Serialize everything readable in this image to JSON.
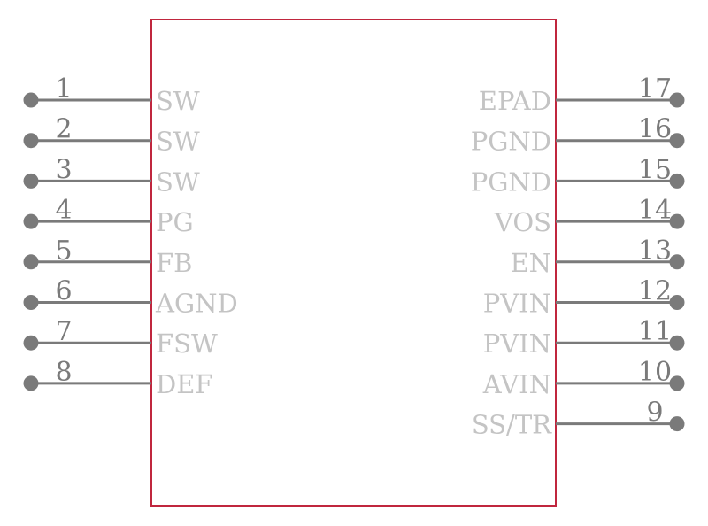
{
  "colors": {
    "body_outline": "#c0263e",
    "pin_line": "#7a7a7a",
    "pin_number_text": "#7a7a7a",
    "pin_label_text": "#c4c4c4",
    "background": "#ffffff"
  },
  "left_pins": [
    {
      "number": "1",
      "label": "SW"
    },
    {
      "number": "2",
      "label": "SW"
    },
    {
      "number": "3",
      "label": "SW"
    },
    {
      "number": "4",
      "label": "PG"
    },
    {
      "number": "5",
      "label": "FB"
    },
    {
      "number": "6",
      "label": "AGND"
    },
    {
      "number": "7",
      "label": "FSW"
    },
    {
      "number": "8",
      "label": "DEF"
    }
  ],
  "right_pins": [
    {
      "number": "17",
      "label": "EPAD"
    },
    {
      "number": "16",
      "label": "PGND"
    },
    {
      "number": "15",
      "label": "PGND"
    },
    {
      "number": "14",
      "label": "VOS"
    },
    {
      "number": "13",
      "label": "EN"
    },
    {
      "number": "12",
      "label": "PVIN"
    },
    {
      "number": "11",
      "label": "PVIN"
    },
    {
      "number": "10",
      "label": "AVIN"
    },
    {
      "number": "9",
      "label": "SS/TR"
    }
  ]
}
